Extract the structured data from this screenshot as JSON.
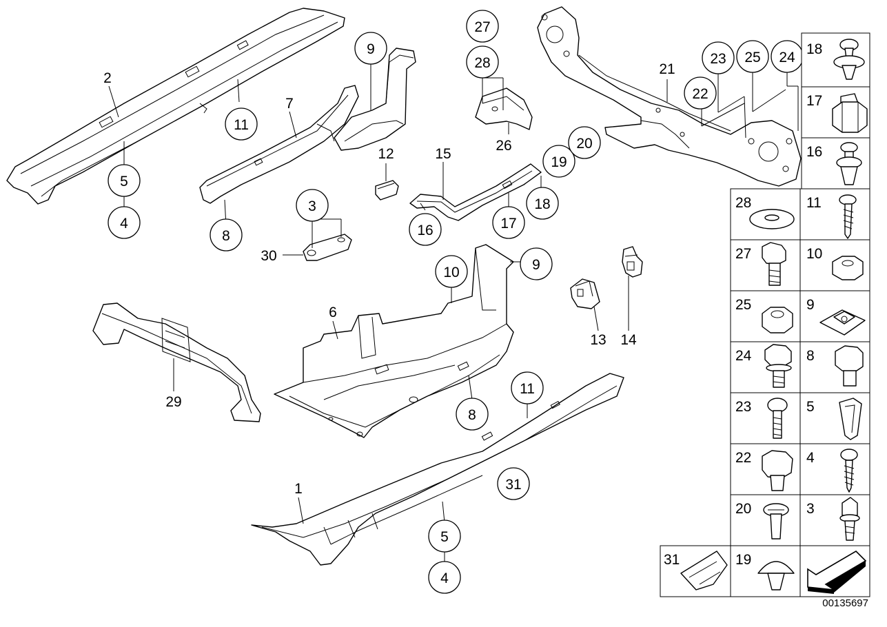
{
  "diagram": {
    "document_number": "00135697",
    "callouts_circled": [
      {
        "id": "c-11a",
        "text": "11"
      },
      {
        "id": "c-5a",
        "text": "5"
      },
      {
        "id": "c-4a",
        "text": "4"
      },
      {
        "id": "c-9a",
        "text": "9"
      },
      {
        "id": "c-8a",
        "text": "8"
      },
      {
        "id": "c-3",
        "text": "3"
      },
      {
        "id": "c-27",
        "text": "27"
      },
      {
        "id": "c-28",
        "text": "28"
      },
      {
        "id": "c-16",
        "text": "16"
      },
      {
        "id": "c-17",
        "text": "17"
      },
      {
        "id": "c-18",
        "text": "18"
      },
      {
        "id": "c-19",
        "text": "19"
      },
      {
        "id": "c-20",
        "text": "20"
      },
      {
        "id": "c-23",
        "text": "23"
      },
      {
        "id": "c-25",
        "text": "25"
      },
      {
        "id": "c-24",
        "text": "24"
      },
      {
        "id": "c-22",
        "text": "22"
      },
      {
        "id": "c-10",
        "text": "10"
      },
      {
        "id": "c-9b",
        "text": "9"
      },
      {
        "id": "c-8b",
        "text": "8"
      },
      {
        "id": "c-11b",
        "text": "11"
      },
      {
        "id": "c-31",
        "text": "31"
      },
      {
        "id": "c-5b",
        "text": "5"
      },
      {
        "id": "c-4b",
        "text": "4"
      }
    ],
    "callouts_plain": [
      {
        "id": "p-2",
        "text": "2"
      },
      {
        "id": "p-7",
        "text": "7"
      },
      {
        "id": "p-12",
        "text": "12"
      },
      {
        "id": "p-15",
        "text": "15"
      },
      {
        "id": "p-26",
        "text": "26"
      },
      {
        "id": "p-21",
        "text": "21"
      },
      {
        "id": "p-30",
        "text": "30"
      },
      {
        "id": "p-6",
        "text": "6"
      },
      {
        "id": "p-13",
        "text": "13"
      },
      {
        "id": "p-14",
        "text": "14"
      },
      {
        "id": "p-29",
        "text": "29"
      },
      {
        "id": "p-1",
        "text": "1"
      }
    ],
    "fastener_legend": [
      {
        "text": "18",
        "icon": "screw-rivet-icon"
      },
      {
        "text": "17",
        "icon": "flange-nut-icon"
      },
      {
        "text": "16",
        "icon": "expanding-rivet-icon"
      },
      {
        "text": "28",
        "icon": "washer-icon"
      },
      {
        "text": "11",
        "icon": "self-tapping-screw-icon"
      },
      {
        "text": "27",
        "icon": "hex-bolt-icon"
      },
      {
        "text": "10",
        "icon": "hex-nut-icon"
      },
      {
        "text": "25",
        "icon": "collar-nut-icon"
      },
      {
        "text": "9",
        "icon": "speed-nut-icon"
      },
      {
        "text": "24",
        "icon": "flange-bolt-icon"
      },
      {
        "text": "8",
        "icon": "short-hex-bolt-icon"
      },
      {
        "text": "23",
        "icon": "torx-bolt-icon"
      },
      {
        "text": "5",
        "icon": "plastic-nut-icon"
      },
      {
        "text": "22",
        "icon": "hex-stud-bolt-icon"
      },
      {
        "text": "4",
        "icon": "sheet-metal-screw-icon"
      },
      {
        "text": "20",
        "icon": "slotted-rivet-icon"
      },
      {
        "text": "3",
        "icon": "clip-stud-icon"
      },
      {
        "text": "31",
        "icon": "bracket-clip-icon"
      },
      {
        "text": "19",
        "icon": "push-clip-icon"
      },
      {
        "text": "",
        "icon": "direction-arrow-icon"
      }
    ]
  }
}
